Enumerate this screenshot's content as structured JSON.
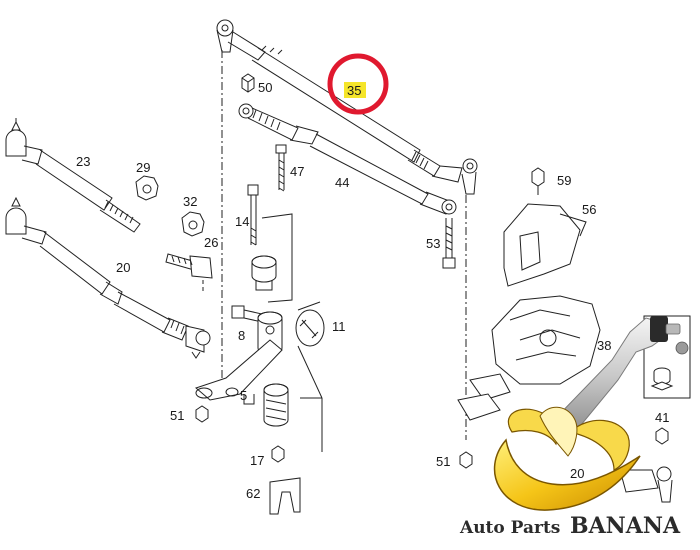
{
  "parts": [
    {
      "id": "p35",
      "label": "35"
    },
    {
      "id": "p50",
      "label": "50"
    },
    {
      "id": "p44",
      "label": "44"
    },
    {
      "id": "p47",
      "label": "47"
    },
    {
      "id": "p23",
      "label": "23"
    },
    {
      "id": "p29",
      "label": "29"
    },
    {
      "id": "p32",
      "label": "32"
    },
    {
      "id": "p26",
      "label": "26"
    },
    {
      "id": "p20a",
      "label": "20"
    },
    {
      "id": "p14",
      "label": "14"
    },
    {
      "id": "p8",
      "label": "8"
    },
    {
      "id": "p11",
      "label": "11"
    },
    {
      "id": "p5",
      "label": "5"
    },
    {
      "id": "p51a",
      "label": "51"
    },
    {
      "id": "p17",
      "label": "17"
    },
    {
      "id": "p62",
      "label": "62"
    },
    {
      "id": "p59",
      "label": "59"
    },
    {
      "id": "p56",
      "label": "56"
    },
    {
      "id": "p53",
      "label": "53"
    },
    {
      "id": "p38",
      "label": "38"
    },
    {
      "id": "p41",
      "label": "41"
    },
    {
      "id": "p51b",
      "label": "51"
    },
    {
      "id": "p20b",
      "label": "20"
    }
  ],
  "highlight": {
    "label": "35",
    "highlight_color": "#f5e52a",
    "ring_color": "#e0192f"
  },
  "brand": {
    "prefix": "Auto Parts",
    "name": "BANANA",
    "text_color": "#2b2b2b",
    "banana_color": "#f5c518"
  }
}
